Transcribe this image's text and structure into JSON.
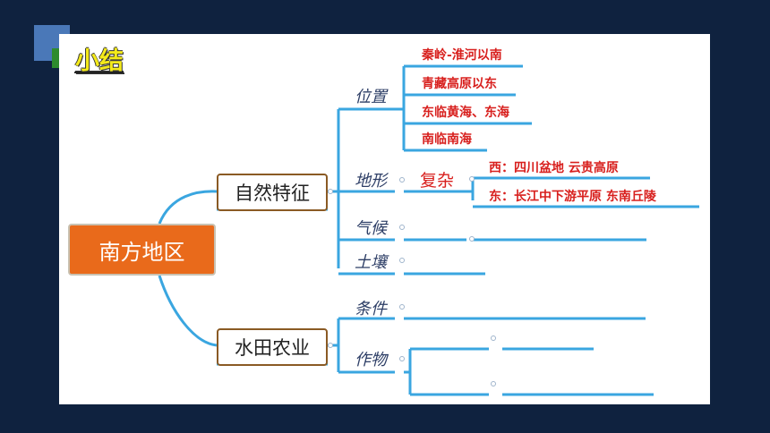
{
  "title": "小结",
  "root": "南方地区",
  "branches": [
    {
      "label": "自然特征",
      "categories": [
        {
          "label": "位置",
          "items": [
            "秦岭-淮河以南",
            "青藏高原以东",
            "东临黄海、东海",
            "南临南海"
          ]
        },
        {
          "label": "地形",
          "value": "复杂",
          "items": [
            "西：四川盆地  云贵高原",
            "东：长江中下游平原  东南丘陵"
          ]
        },
        {
          "label": "气候"
        },
        {
          "label": "土壤"
        }
      ]
    },
    {
      "label": "水田农业",
      "categories": [
        {
          "label": "条件"
        },
        {
          "label": "作物"
        }
      ]
    }
  ],
  "colors": {
    "background": "#0f223f",
    "root_fill": "#e96a1b",
    "branch_border": "#8a5a24",
    "connector": "#3aa6e0",
    "red_text": "#d8201e",
    "category_text": "#2d3e66",
    "title_text": "#f4ea1a"
  }
}
